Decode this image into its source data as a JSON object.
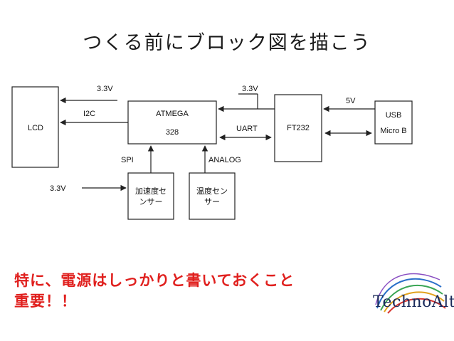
{
  "slide": {
    "title": "つくる前にブロック図を描こう",
    "note_line1": "特に、電源はしっかりと書いておくこと",
    "note_line2": "重要！！",
    "logo_text": "TechnoAlta",
    "colors": {
      "note": "#e0201e",
      "line": "#222222",
      "logo": "#1a2a5a"
    }
  },
  "diagram": {
    "blocks": {
      "lcd": "LCD",
      "mcu_line1": "ATMEGA",
      "mcu_line2": "328",
      "ft232": "FT232",
      "usb_line1": "USB",
      "usb_line2": "Micro B",
      "accel_line1": "加速度セ",
      "accel_line2": "ンサー",
      "temp_line1": "温度セン",
      "temp_line2": "サー"
    },
    "labels": {
      "lcd_power": "3.3V",
      "i2c": "I2C",
      "mcu_power": "3.3V",
      "usb_power": "5V",
      "uart": "UART",
      "spi": "SPI",
      "analog": "ANALOG",
      "accel_power": "3.3V"
    }
  }
}
